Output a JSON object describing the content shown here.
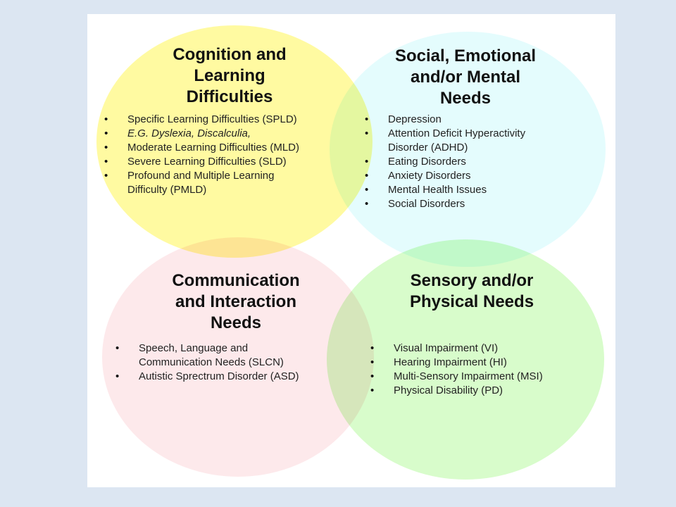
{
  "colors": {
    "background": "#dce6f2",
    "slide": "#ffffff",
    "cognition": "#fff987",
    "social": "#ddfbfd",
    "communication": "#fde3e6",
    "sensory": "#cdfbbd"
  },
  "quadrants": [
    {
      "id": "cognition",
      "title": [
        "Cognition and",
        "Learning",
        "Difficulties"
      ],
      "items": [
        {
          "lines": [
            "Specific Learning Difficulties (SPLD)"
          ]
        },
        {
          "lines": [
            "E.G. Dyslexia, Discalculia,"
          ],
          "italic": true
        },
        {
          "lines": [
            "Moderate Learning Difficulties (MLD)"
          ]
        },
        {
          "lines": [
            "Severe Learning Difficulties (SLD)"
          ]
        },
        {
          "lines": [
            "Profound and Multiple Learning",
            "Difficulty (PMLD)"
          ]
        }
      ]
    },
    {
      "id": "social",
      "title": [
        "Social, Emotional",
        "and/or Mental",
        "Needs"
      ],
      "items": [
        {
          "lines": [
            "Depression"
          ]
        },
        {
          "lines": [
            "Attention Deficit Hyperactivity",
            "Disorder (ADHD)"
          ]
        },
        {
          "lines": [
            "Eating Disorders"
          ]
        },
        {
          "lines": [
            "Anxiety Disorders"
          ]
        },
        {
          "lines": [
            "Mental Health Issues"
          ]
        },
        {
          "lines": [
            "Social Disorders"
          ]
        }
      ]
    },
    {
      "id": "communication",
      "title": [
        "Communication",
        "and Interaction",
        "Needs"
      ],
      "items": [
        {
          "lines": [
            "Speech, Language and",
            "Communication Needs (SLCN)"
          ]
        },
        {
          "lines": [
            "Autistic Sprectrum Disorder (ASD)"
          ]
        }
      ]
    },
    {
      "id": "sensory",
      "title": [
        "Sensory and/or",
        "Physical Needs"
      ],
      "items": [
        {
          "lines": [
            "Visual Impairment (VI)"
          ]
        },
        {
          "lines": [
            "Hearing Impairment (HI)"
          ]
        },
        {
          "lines": [
            "Multi-Sensory Impairment (MSI)"
          ]
        },
        {
          "lines": [
            "Physical Disability (PD)"
          ]
        }
      ]
    }
  ]
}
